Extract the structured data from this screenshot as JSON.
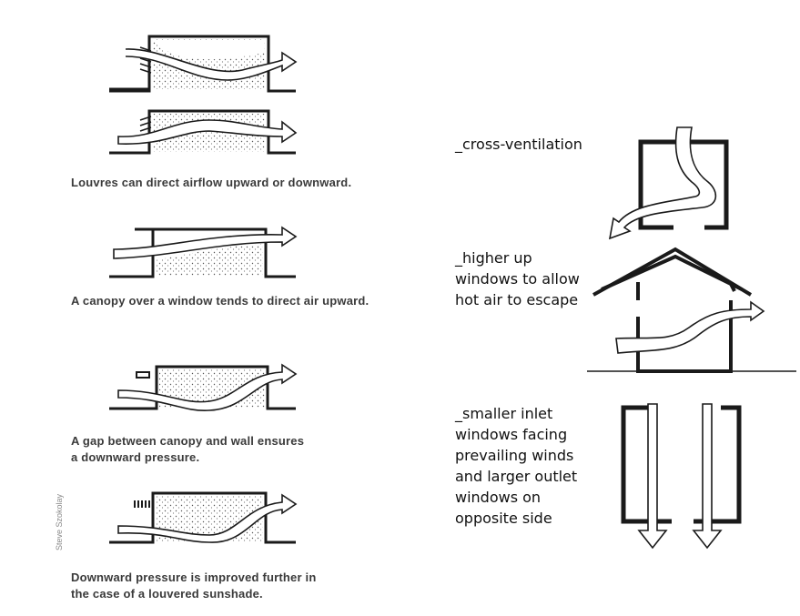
{
  "left_panel": {
    "captions": [
      {
        "lines": [
          "Louvres can direct airflow upward or downward."
        ]
      },
      {
        "lines": [
          "A canopy over a window tends to direct air upward."
        ]
      },
      {
        "lines": [
          "A gap between canopy and wall ensures",
          "a downward pressure."
        ]
      },
      {
        "lines": [
          "Downward pressure is improved further in",
          "the case of a louvered sunshade."
        ]
      }
    ],
    "credit": "Steve Szokolay"
  },
  "right_panel": {
    "labels": [
      {
        "lines": [
          "_cross-ventilation"
        ]
      },
      {
        "lines": [
          "_higher up",
          "windows to allow",
          "hot air to escape"
        ]
      },
      {
        "lines": [
          "_smaller inlet",
          "windows facing",
          "prevailing winds",
          "and larger outlet",
          "windows on",
          "opposite side"
        ]
      }
    ]
  },
  "colors": {
    "stroke": "#1a1a1a",
    "caption_text": "#3a3a3a",
    "label_text": "#111111",
    "stipple": "#555555"
  },
  "icons": [
    "louvre-diagram",
    "canopy-diagram",
    "gap-canopy-diagram",
    "louvered-sunshade-diagram",
    "cross-ventilation-diagram",
    "house-stack-ventilation-diagram",
    "inlet-outlet-windows-diagram"
  ]
}
